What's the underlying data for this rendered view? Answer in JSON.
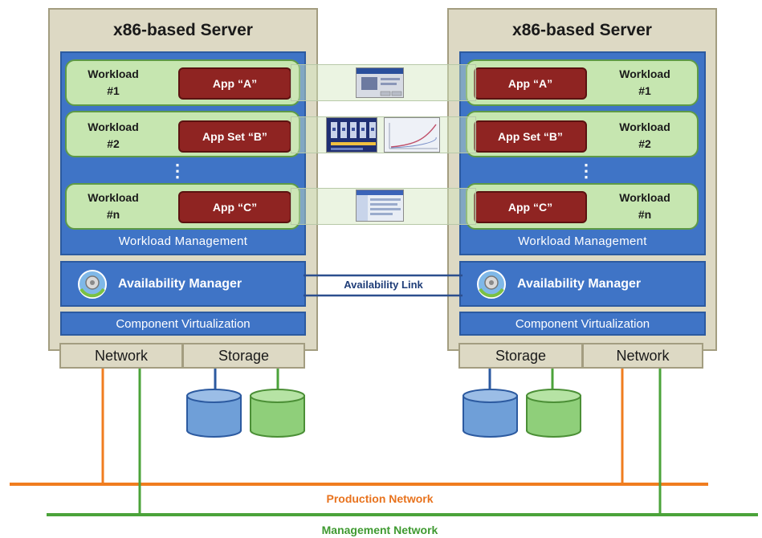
{
  "servers": [
    {
      "title": "x86-based Server",
      "workloads": [
        {
          "label": "Workload\n#1",
          "app": "App “A”"
        },
        {
          "label": "Workload\n#2",
          "app": "App Set “B”"
        },
        {
          "label": "Workload\n#n",
          "app": "App “C”"
        }
      ],
      "ellipsis": "⋮",
      "workload_management": "Workload Management",
      "availability_manager": "Availability Manager",
      "component_virtualization": "Component Virtualization",
      "io_left": "Network",
      "io_right": "Storage"
    },
    {
      "title": "x86-based Server",
      "workloads": [
        {
          "label": "Workload\n#1",
          "app": "App “A”"
        },
        {
          "label": "Workload\n#2",
          "app": "App Set “B”"
        },
        {
          "label": "Workload\n#n",
          "app": "App “C”"
        }
      ],
      "ellipsis": "⋮",
      "workload_management": "Workload Management",
      "availability_manager": "Availability Manager",
      "component_virtualization": "Component Virtualization",
      "io_left": "Storage",
      "io_right": "Network"
    }
  ],
  "availability_link": "Availability Link",
  "production_network": "Production Network",
  "management_network": "Management Network",
  "colors": {
    "production": "#f07d1f",
    "management": "#4ba33a",
    "storage_blue": "#6f9fd8",
    "storage_green": "#8fcf7a",
    "link": "#2c4f8e"
  }
}
